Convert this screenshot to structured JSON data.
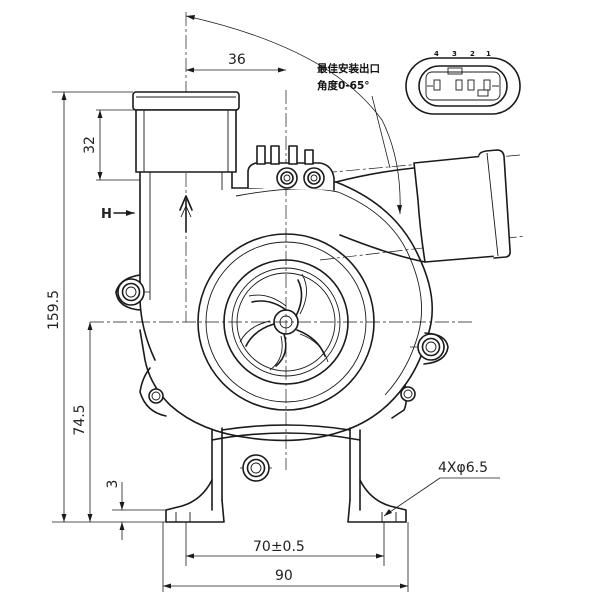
{
  "dimensions": {
    "d36": "36",
    "d32": "32",
    "d159": "159.5",
    "d74": "74.5",
    "d3": "3",
    "d70": "70±0.5",
    "d90": "90",
    "holes": "4Xφ6.5"
  },
  "note": {
    "line1": "最佳安装出口",
    "line2": "角度0-65°"
  },
  "connector_pins": [
    "4",
    "3",
    "2",
    "1"
  ],
  "direction_mark": "H"
}
